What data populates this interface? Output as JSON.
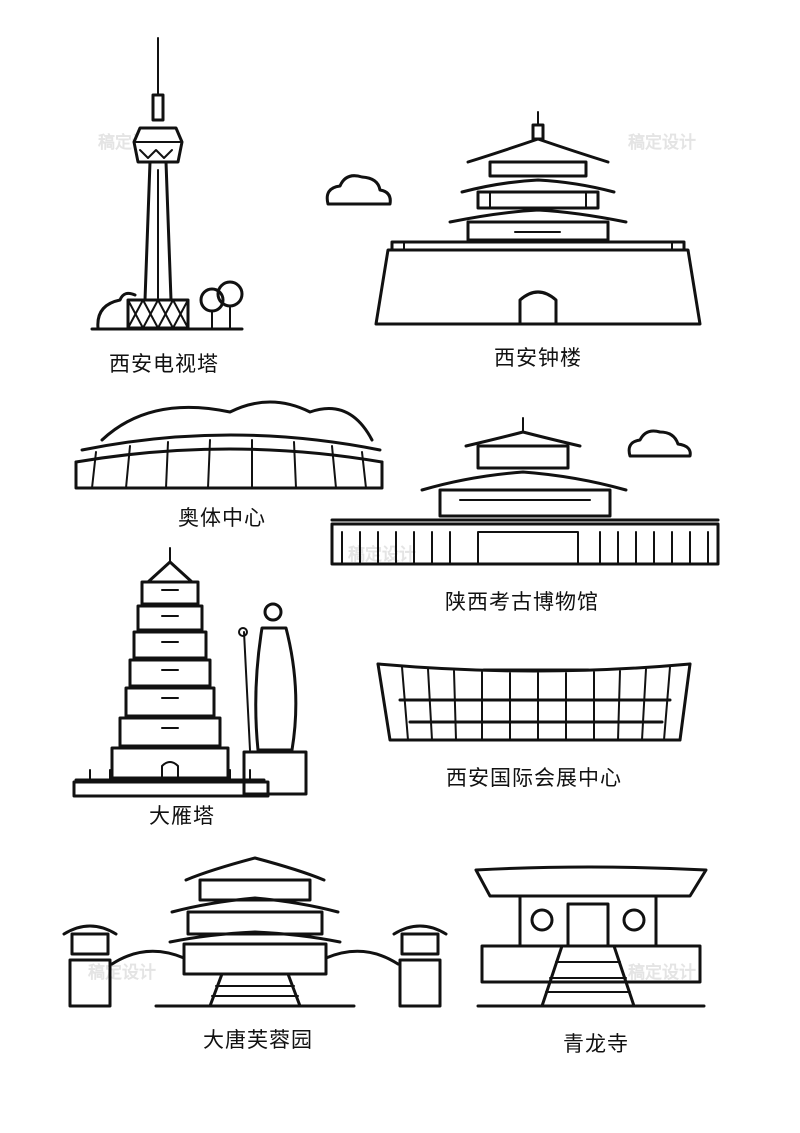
{
  "colors": {
    "background": "#ffffff",
    "ink": "#111111",
    "watermark": "#e4e4e4"
  },
  "labels": {
    "tv_tower": "西安电视塔",
    "bell_tower": "西安钟楼",
    "sports_center": "奥体中心",
    "museum": "陕西考古博物馆",
    "pagoda": "大雁塔",
    "expo_center": "西安国际会展中心",
    "tang_garden": "大唐芙蓉园",
    "qinglong_temple": "青龙寺"
  },
  "watermark": "稿定设计"
}
